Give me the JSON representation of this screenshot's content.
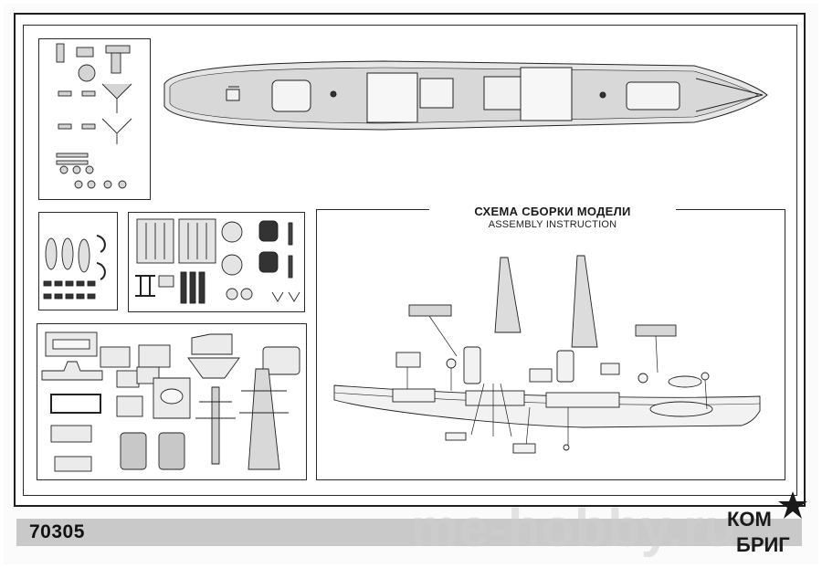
{
  "assembly": {
    "title": "СХЕМА СБОРКИ МОДЕЛИ",
    "subtitle": "ASSEMBLY INSTRUCTION"
  },
  "product": {
    "code": "70305"
  },
  "watermark": {
    "text": "me-hobby.ru"
  },
  "brand": {
    "logo_text_top": "КОМ",
    "logo_text_bottom": "БРИГ"
  },
  "colors": {
    "line": "#1e1e1e",
    "band": "#c9c9c9",
    "part_fill": "#ececec"
  }
}
